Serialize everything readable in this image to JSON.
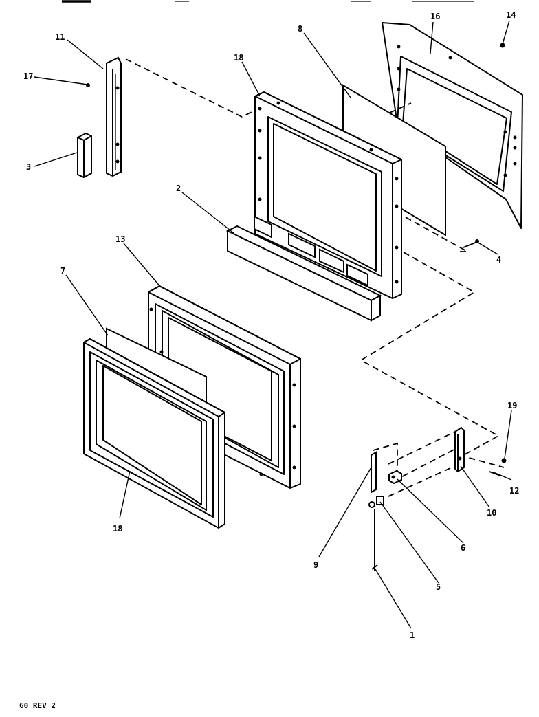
{
  "diagram": {
    "callouts": {
      "c1": "1",
      "c2": "2",
      "c3": "3",
      "c4": "4",
      "c5": "5",
      "c6": "6",
      "c7": "7",
      "c8": "8",
      "c9": "9",
      "c10": "10",
      "c11": "11",
      "c12": "12",
      "c13": "13",
      "c14": "14",
      "c16": "16",
      "c17": "17",
      "c18": "18",
      "c18b": "18",
      "c19": "19"
    },
    "footer": "60 REV 2"
  }
}
